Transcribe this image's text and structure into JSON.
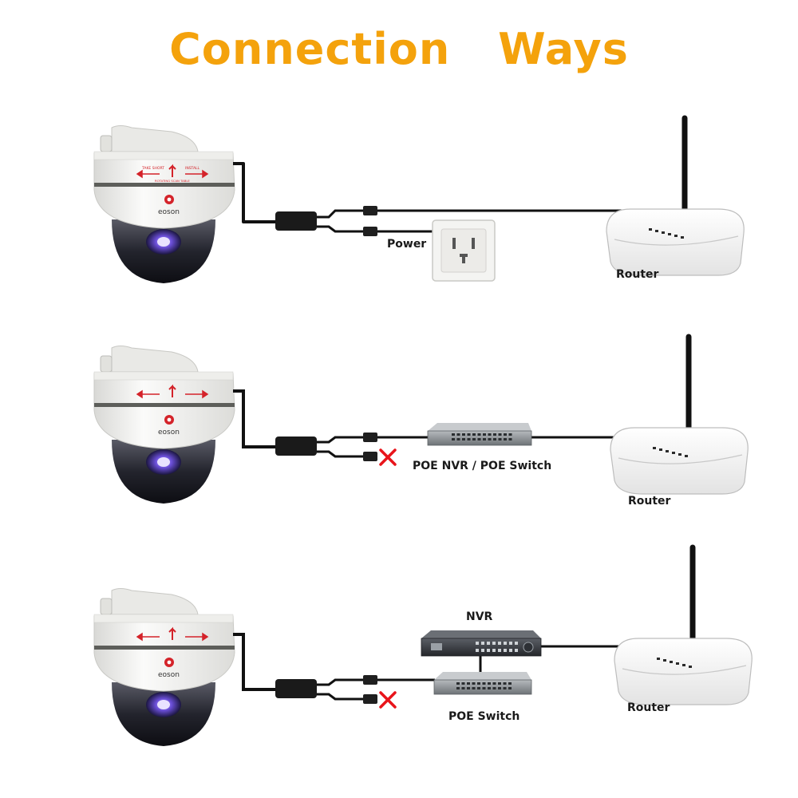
{
  "title": "Connection Ways",
  "brand": "eoson",
  "camera_dome_markings": [
    "TAKE SHORT",
    "INSTALL",
    "ROTATING SCAN TABLE"
  ],
  "colors": {
    "title": "#f4a20c",
    "cable": "#111111",
    "not_used_mark": "#e8141b",
    "camera_body": "#f3f3f1",
    "router": "#f7f7f7",
    "switch": "#8d9296",
    "nvr": "#3a3d42"
  },
  "rows": [
    {
      "connections": [
        "camera",
        "power-adapter",
        "router"
      ],
      "labels": {
        "power": "Power",
        "router": "Router"
      }
    },
    {
      "connections": [
        "camera",
        "poe-nvr-or-poe-switch",
        "router"
      ],
      "labels": {
        "device": "POE  NVR / POE  Switch",
        "router": "Router"
      }
    },
    {
      "connections": [
        "camera",
        "poe-switch",
        "nvr",
        "router"
      ],
      "labels": {
        "nvr": "NVR",
        "switch": "POE  Switch",
        "router": "Router"
      }
    }
  ]
}
